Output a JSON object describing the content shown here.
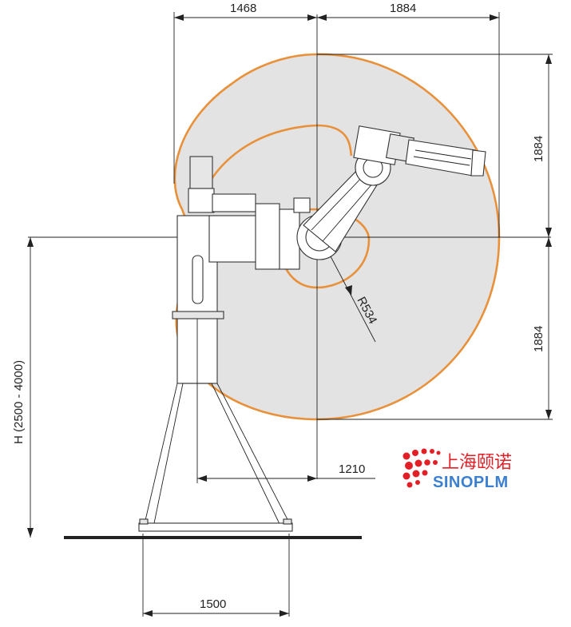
{
  "dimensions": {
    "top_left": "1468",
    "top_right": "1884",
    "right_upper": "1884",
    "right_lower": "1884",
    "radius": "R534",
    "reach_offset": "1210",
    "base_width": "1500",
    "height": "H (2500 - 4000)"
  },
  "logo": {
    "chinese": "上海颐诺",
    "english": "SINOPLM"
  },
  "colors": {
    "workspace_fill": "#e3e3e3",
    "workspace_outline": "#e8913a",
    "logo_red": "#e21f26",
    "logo_blue": "#3a7fd0"
  }
}
